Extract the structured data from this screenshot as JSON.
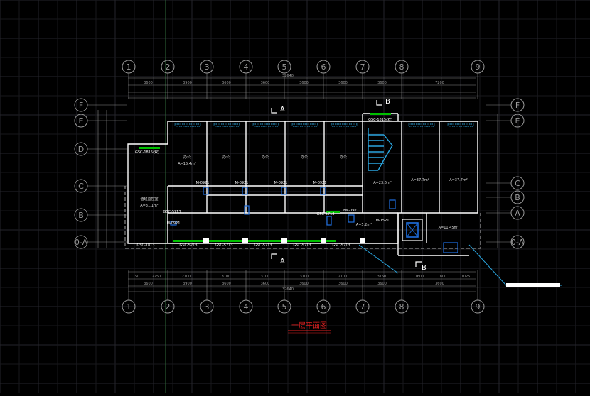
{
  "drawing": {
    "title": "一层平面图",
    "axes_top": [
      "1",
      "2",
      "3",
      "4",
      "5",
      "6",
      "7",
      "8",
      "9"
    ],
    "axes_bottom": [
      "1",
      "2",
      "3",
      "4",
      "5",
      "6",
      "7",
      "8",
      "9"
    ],
    "axes_left": [
      "F",
      "E",
      "D",
      "C",
      "B",
      "0-A"
    ],
    "axes_right": [
      "F",
      "E",
      "C",
      "B",
      "A",
      "0-A"
    ],
    "section_marks": {
      "a_top": "A",
      "a_bottom": "A",
      "b_top": "B",
      "b_bottom": "B"
    },
    "top_dims_row1": [
      "3600",
      "3900",
      "3600",
      "3600",
      "3600",
      "3600",
      "3600",
      "7200"
    ],
    "top_total": "32640",
    "bottom_total": "32640",
    "bottom_dims_row1": [
      "1150",
      "2250",
      "2100",
      "3100",
      "3100",
      "3100",
      "2100",
      "3150",
      "1600",
      "1800",
      "1025"
    ],
    "bottom_dims_row2": [
      "3600",
      "3900",
      "3600",
      "3600",
      "3600",
      "3600",
      "3600",
      "3600"
    ],
    "rooms": [
      {
        "label": "办公",
        "area": "A=15.4m²"
      },
      {
        "label": "办公",
        "area": ""
      },
      {
        "label": "办公",
        "area": ""
      },
      {
        "label": "办公",
        "area": ""
      },
      {
        "label": "办公",
        "area": ""
      },
      {
        "label": "",
        "area": "A=37.7m²"
      },
      {
        "label": "",
        "area": "A=37.7m²"
      },
      {
        "label": "值班监控室",
        "area": "A=31.1m²"
      },
      {
        "label": "",
        "area": "A=23.6m²"
      },
      {
        "label": "",
        "area": "A=5.2m²"
      },
      {
        "label": "",
        "area": "A=11.45m²"
      }
    ],
    "window_tags": [
      "GSC-1815(双)",
      "GSC-1815(双)",
      "GSC-5713",
      "GSC-5713",
      "GSC-5713",
      "GSC-5713",
      "GSC-5713",
      "GSC-5713",
      "GSC-5713",
      "GSC-1813"
    ],
    "door_tags": [
      "M-0921",
      "M-0921",
      "M-0921",
      "M-0921",
      "M-0921",
      "FM-0921",
      "M-1521"
    ],
    "colors": {
      "background": "#000000",
      "grid": "#2a2a30",
      "walls": "#ffffff",
      "windows": "#00c000",
      "doors": "#1e6fe0",
      "stairs": "#2aa6e0",
      "axes": "#9a9a9a",
      "title": "#e02020"
    }
  }
}
